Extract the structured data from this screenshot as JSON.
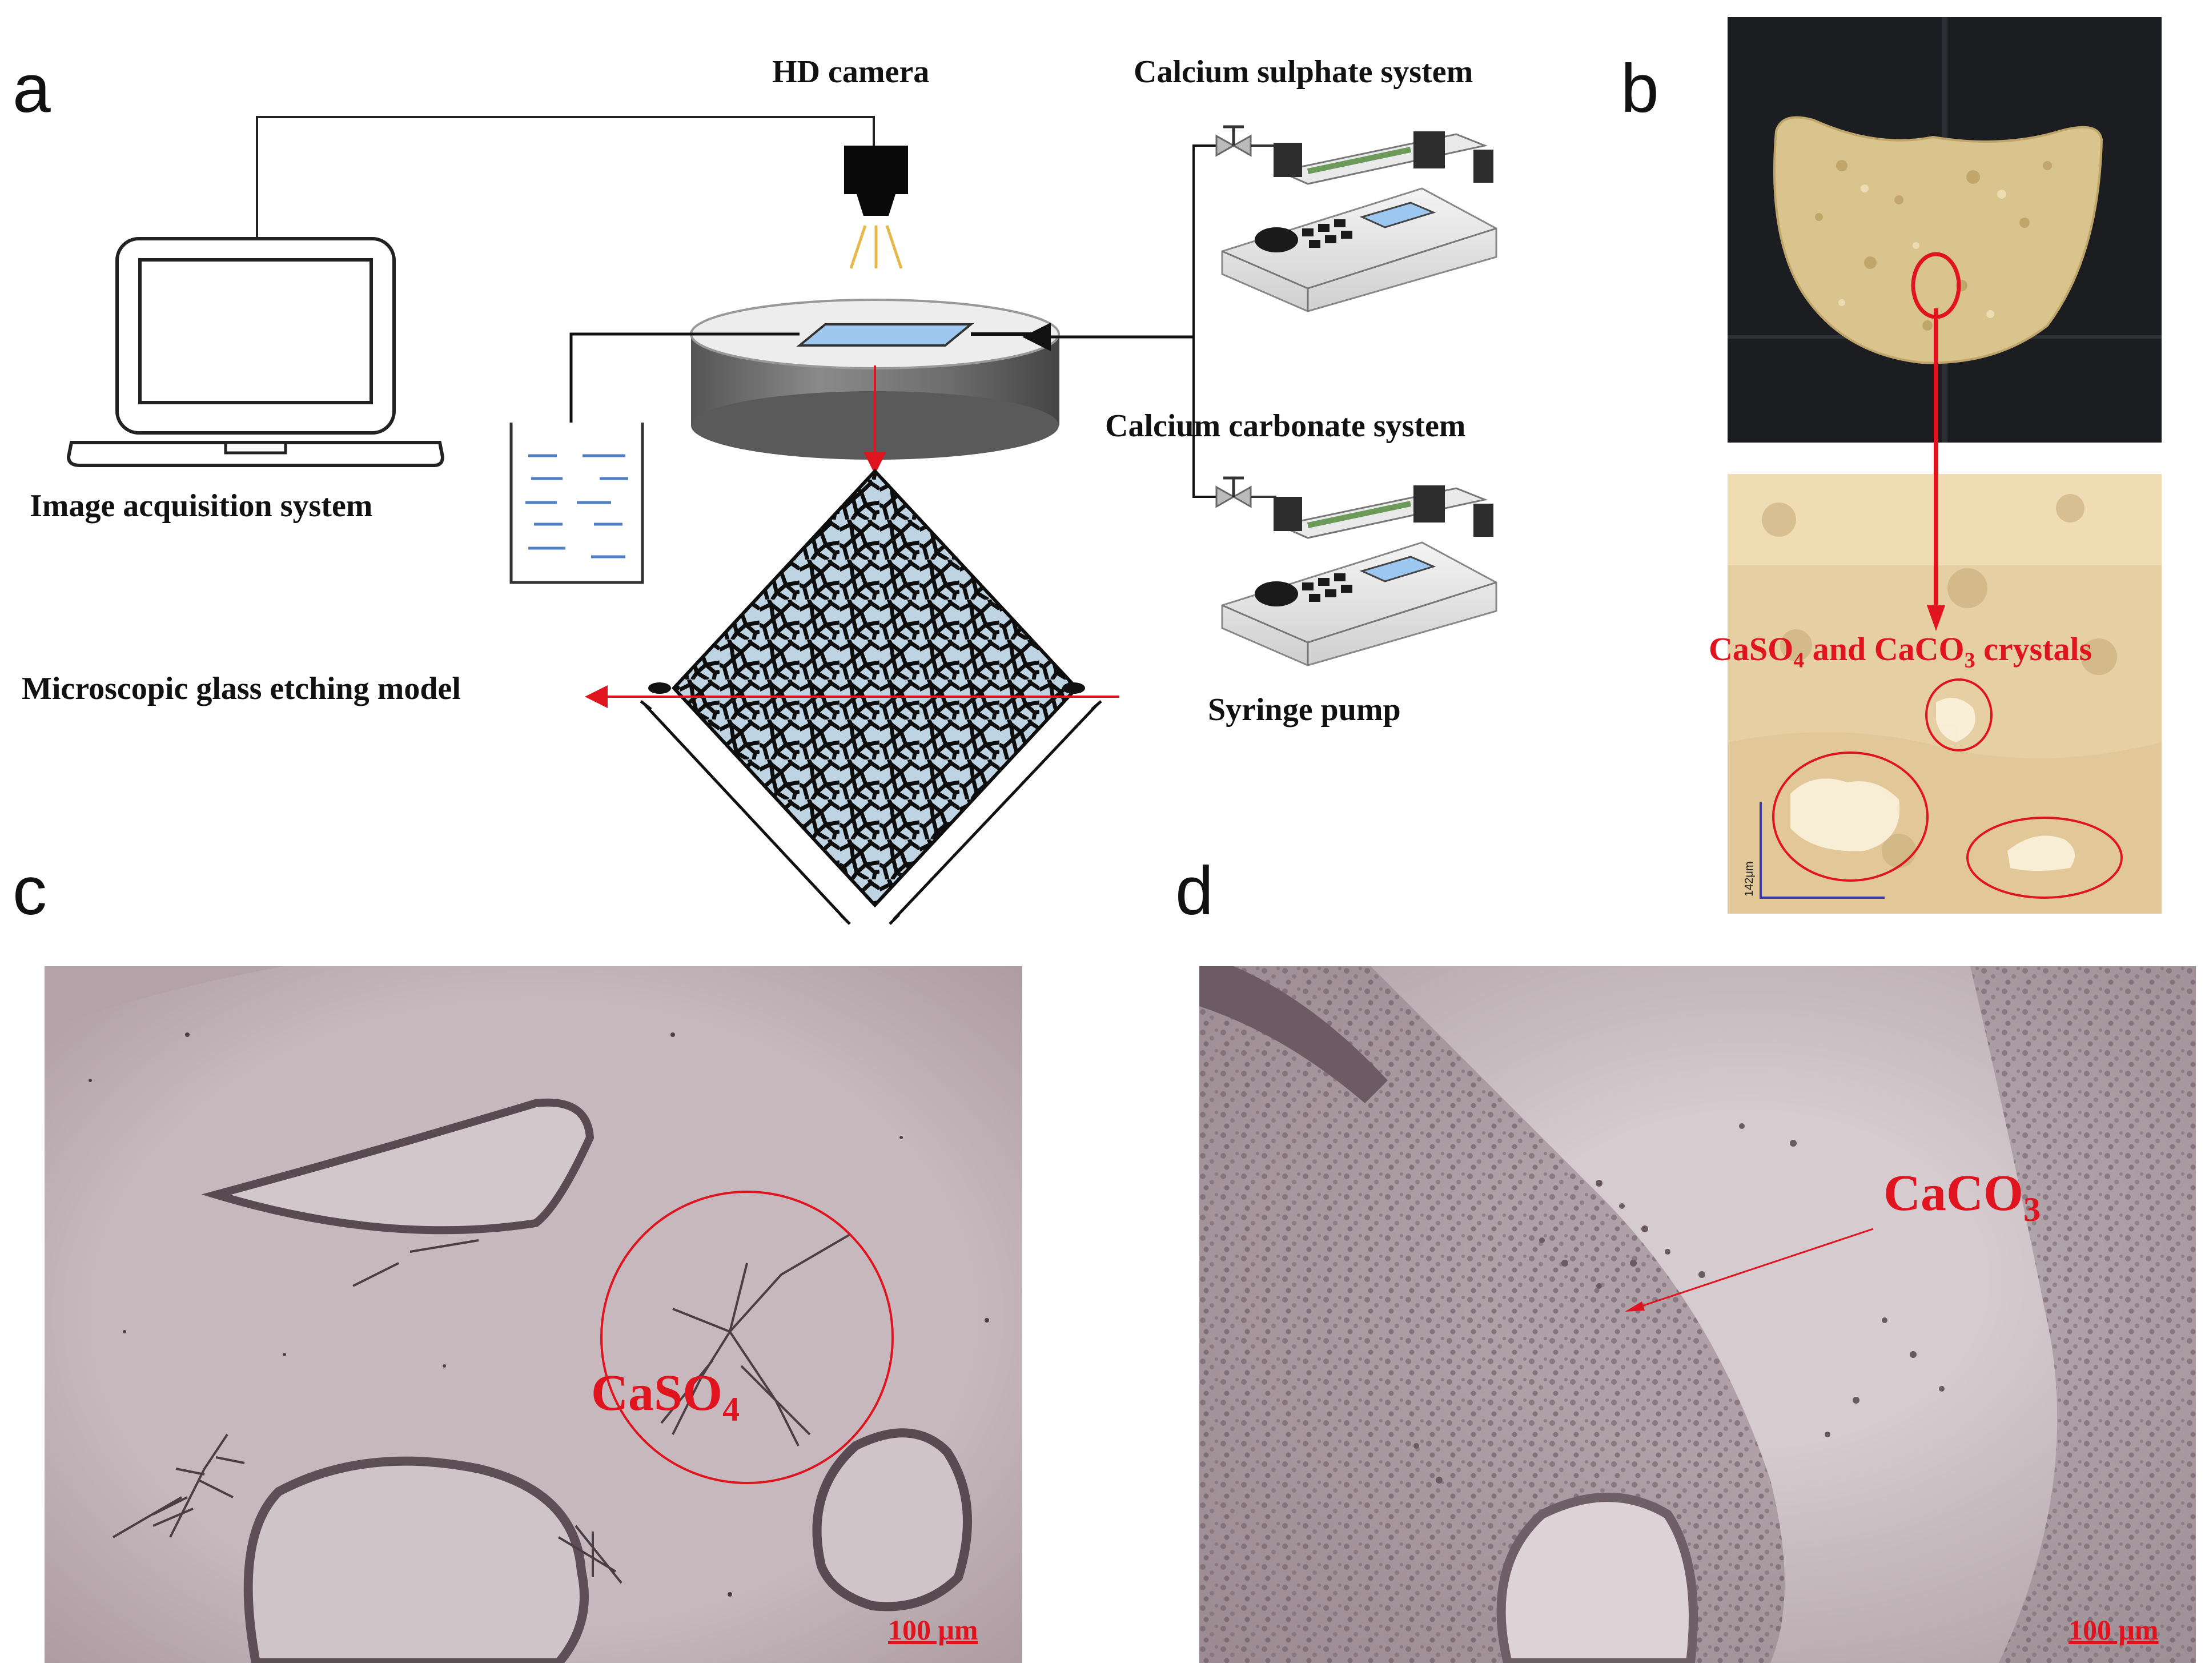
{
  "panels": {
    "a": "a",
    "b": "b",
    "c": "c",
    "d": "d"
  },
  "panel_a": {
    "hd_camera": "HD camera",
    "calcium_sulphate": "Calcium sulphate system",
    "calcium_carbonate": "Calcium carbonate system",
    "image_acquisition": "Image acquisition system",
    "glass_model": "Microscopic glass etching model",
    "syringe_pump": "Syringe pump"
  },
  "panel_b": {
    "crystals_label_main_1": "CaSO",
    "crystals_sub_1": "4",
    "crystals_mid": " and CaCO",
    "crystals_sub_2": "3",
    "crystals_tail": " crystals",
    "scale_text": "142μm"
  },
  "panel_c": {
    "label_main": "CaSO",
    "label_sub": "4",
    "scale": "100 μm"
  },
  "panel_d": {
    "label_main": "CaCO",
    "label_sub": "3",
    "scale": "100 μm"
  },
  "colors": {
    "annotation_red": "#e0141e",
    "micro_bg": "#c9bcc0",
    "rock_bg": "#e8d3a8"
  }
}
